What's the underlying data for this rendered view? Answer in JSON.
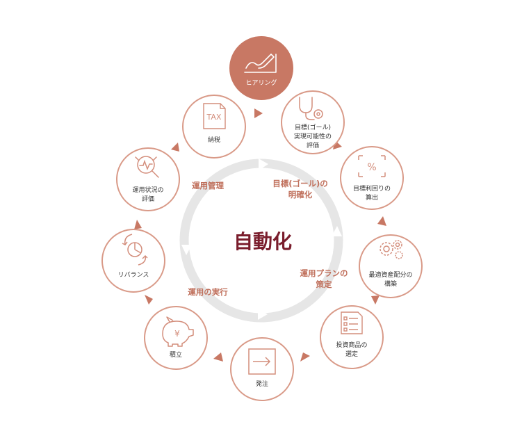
{
  "center_title": "自動化",
  "colors": {
    "accent": "#c87864",
    "accent_light": "#d9937f",
    "ring": "#e6e6e6",
    "center_text": "#7a1d2c",
    "node_border": "#d99a88"
  },
  "inner_labels": {
    "goal_clarify": [
      "目標(ゴール)の",
      "明確化"
    ],
    "operation_mgmt": [
      "運用管理"
    ],
    "plan_formulation": [
      "運用プランの",
      "策定"
    ],
    "execution": [
      "運用の実行"
    ]
  },
  "nodes": [
    {
      "id": "hearing",
      "label": [
        "ヒアリング"
      ],
      "icon": "pen-signature-icon",
      "active": true
    },
    {
      "id": "goal-feasibility",
      "label": [
        "目標(ゴール)",
        "実現可能性の",
        "評価"
      ],
      "icon": "stethoscope-icon"
    },
    {
      "id": "target-yield",
      "label": [
        "目標利回りの",
        "算出"
      ],
      "icon": "percent-icon"
    },
    {
      "id": "optimal-allocation",
      "label": [
        "最適資産配分の",
        "構築"
      ],
      "icon": "gears-icon"
    },
    {
      "id": "product-selection",
      "label": [
        "投資商品の",
        "選定"
      ],
      "icon": "checklist-icon"
    },
    {
      "id": "order",
      "label": [
        "発注"
      ],
      "icon": "arrow-box-icon"
    },
    {
      "id": "accumulation",
      "label": [
        "積立"
      ],
      "icon": "piggy-bank-icon"
    },
    {
      "id": "rebalance",
      "label": [
        "リバランス"
      ],
      "icon": "pie-cycle-icon"
    },
    {
      "id": "status-evaluation",
      "label": [
        "運用状況の",
        "評価"
      ],
      "icon": "magnifier-chart-icon"
    },
    {
      "id": "tax-payment",
      "label": [
        "納税"
      ],
      "icon": "tax-document-icon"
    }
  ],
  "icon_text": {
    "tax": "TAX",
    "yen": "¥",
    "percent": "%"
  }
}
